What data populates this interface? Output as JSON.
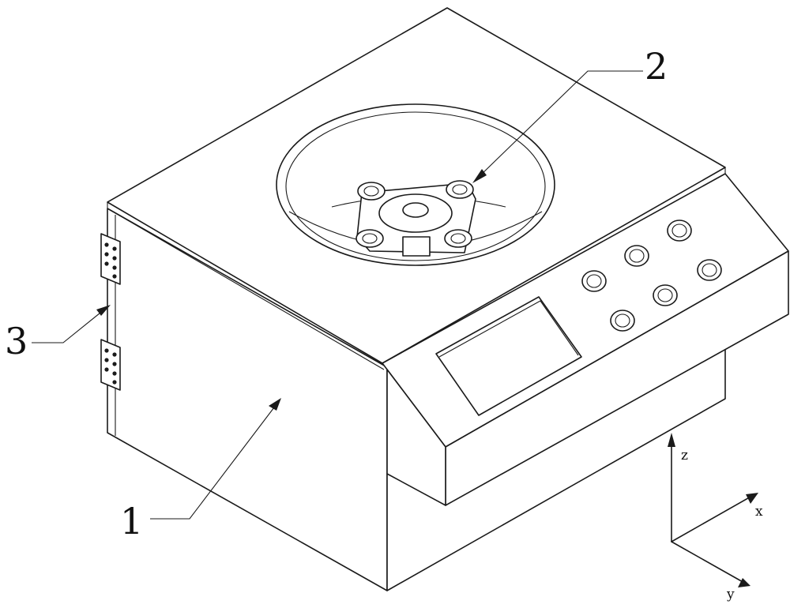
{
  "callouts": {
    "c1": "1",
    "c2": "2",
    "c3": "3"
  },
  "axes": {
    "x": "x",
    "y": "y",
    "z": "z"
  },
  "colors": {
    "line": "#1a1a1a",
    "background": "#ffffff"
  }
}
